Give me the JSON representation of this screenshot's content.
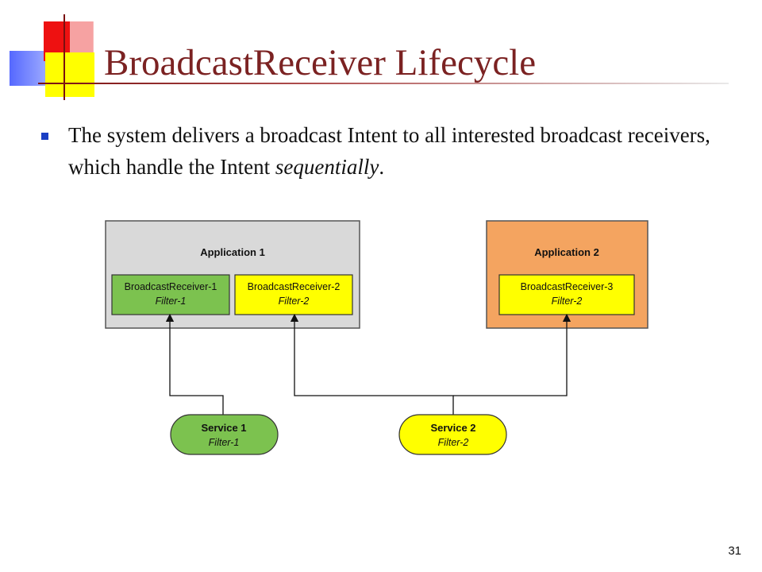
{
  "slide": {
    "title": "BroadcastReceiver Lifecycle",
    "bullet_pre": "The system delivers a broadcast Intent to all interested broadcast receivers, which handle the Intent ",
    "bullet_emph": "sequentially",
    "bullet_post": ".",
    "page_number": "31"
  },
  "diagram": {
    "app1": {
      "label": "Application 1",
      "receiver1": {
        "name": "BroadcastReceiver-1",
        "filter": "Filter-1"
      },
      "receiver2": {
        "name": "BroadcastReceiver-2",
        "filter": "Filter-2"
      }
    },
    "app2": {
      "label": "Application 2",
      "receiver3": {
        "name": "BroadcastReceiver-3",
        "filter": "Filter-2"
      }
    },
    "service1": {
      "name": "Service 1",
      "filter": "Filter-1"
    },
    "service2": {
      "name": "Service 2",
      "filter": "Filter-2"
    }
  },
  "colors": {
    "title": "#7b2222",
    "bullet": "#1a3fc4",
    "app1_bg": "#d9d9d9",
    "app2_bg": "#f4a460",
    "green": "#7cc24f",
    "yellow": "#ffff00"
  }
}
